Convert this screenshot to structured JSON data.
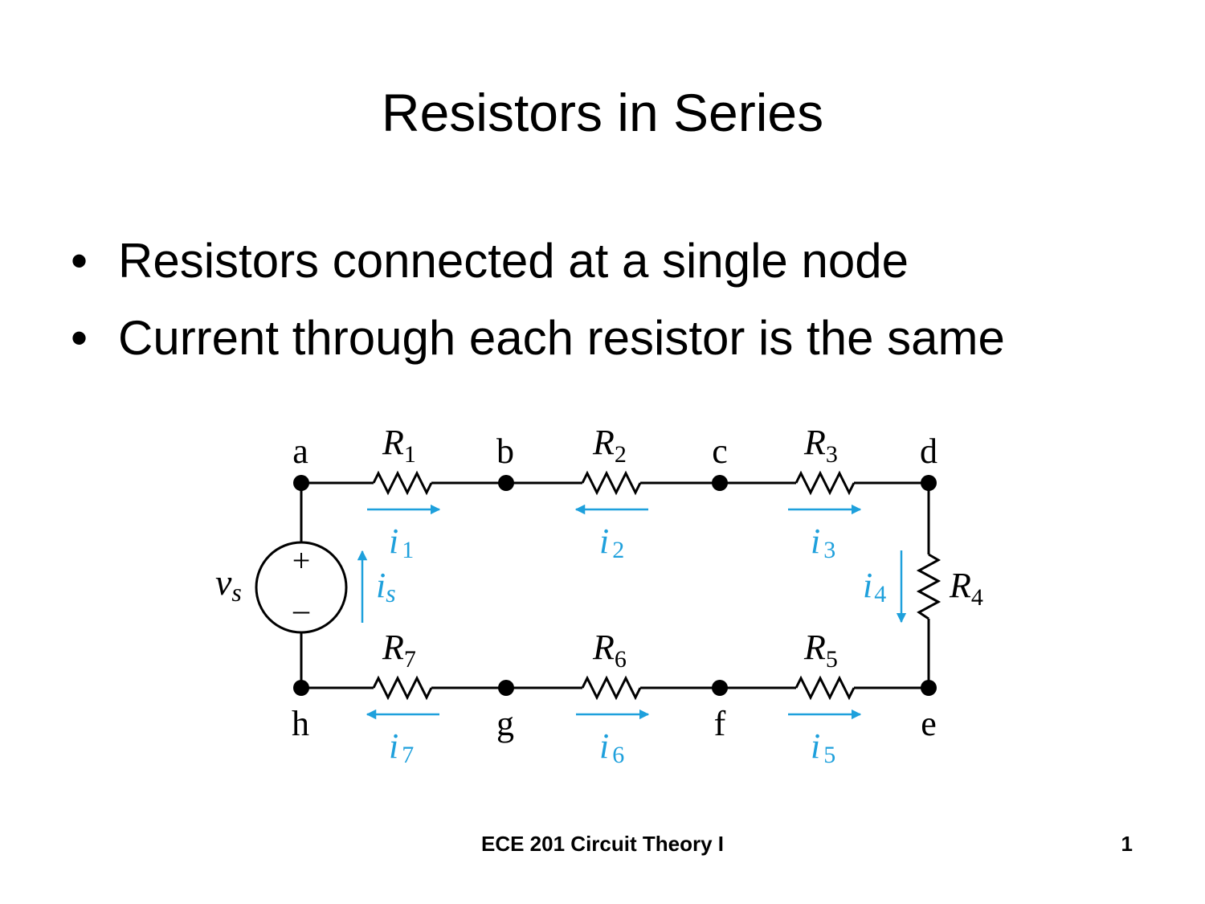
{
  "slide": {
    "title": "Resistors in Series",
    "bullets": [
      "Resistors connected at a single node",
      "Current through each resistor is the same"
    ],
    "bullet_glyph": "•"
  },
  "diagram": {
    "nodes": [
      "a",
      "b",
      "c",
      "d",
      "e",
      "f",
      "g",
      "h"
    ],
    "resistors": [
      {
        "symbol": "R",
        "subscript": "1"
      },
      {
        "symbol": "R",
        "subscript": "2"
      },
      {
        "symbol": "R",
        "subscript": "3"
      },
      {
        "symbol": "R",
        "subscript": "4"
      },
      {
        "symbol": "R",
        "subscript": "5"
      },
      {
        "symbol": "R",
        "subscript": "6"
      },
      {
        "symbol": "R",
        "subscript": "7"
      }
    ],
    "currents": [
      {
        "symbol": "i",
        "subscript": "1"
      },
      {
        "symbol": "i",
        "subscript": "2"
      },
      {
        "symbol": "i",
        "subscript": "3"
      },
      {
        "symbol": "i",
        "subscript": "4"
      },
      {
        "symbol": "i",
        "subscript": "5"
      },
      {
        "symbol": "i",
        "subscript": "6"
      },
      {
        "symbol": "i",
        "subscript": "7"
      }
    ],
    "source": {
      "voltage_symbol": "v",
      "voltage_subscript": "s",
      "current_symbol": "i",
      "current_subscript": "s",
      "plus": "+",
      "minus": "–"
    },
    "colors": {
      "wire": "#000000",
      "current_arrow": "#1ea0dc"
    }
  },
  "footer": {
    "course": "ECE 201 Circuit Theory I",
    "page_number": "1"
  }
}
